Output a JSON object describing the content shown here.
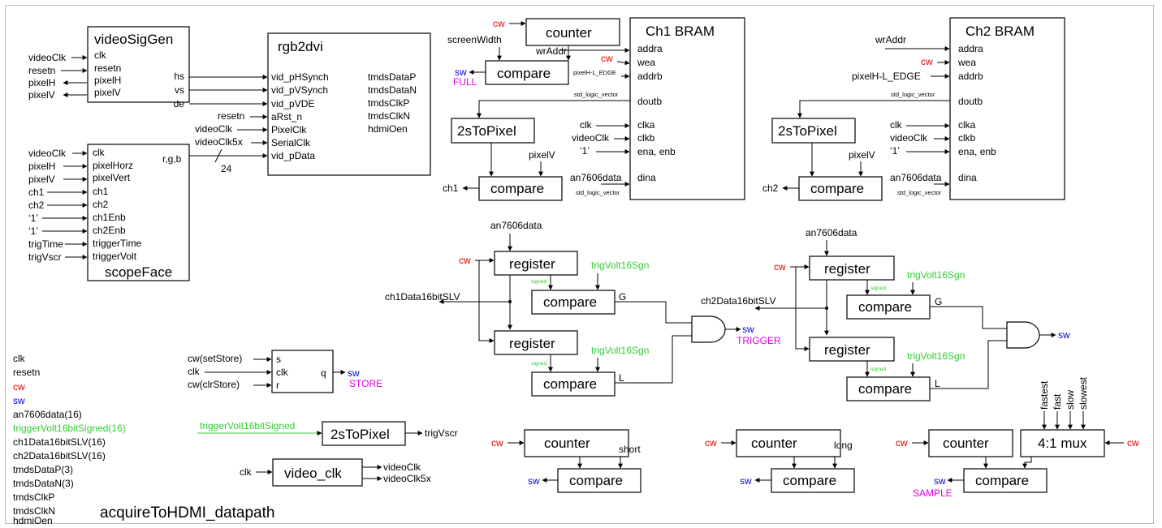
{
  "title": "acquireToHDMI_datapath",
  "colors": {
    "cw": "#e00000",
    "sw": "#0000dd",
    "status": "#e000e0",
    "green": "#33cc33"
  },
  "legend": [
    "clk",
    "resetn",
    "cw",
    "sw",
    "an7606data(16)",
    "triggerVolt16bitSigned(16)",
    "ch1Data16bitSLV(16)",
    "ch2Data16bitSLV(16)",
    "tmdsDataP(3)",
    "tmdsDataN(3)",
    "tmdsClkP",
    "tmdsClkN",
    "hdmiOen"
  ],
  "videoSigGen": {
    "name": "videoSigGen",
    "ports_in": [
      "clk",
      "resetn"
    ],
    "ports_io": [
      "pixelH",
      "pixelV"
    ],
    "ports_out": [
      "hs",
      "vs",
      "de"
    ],
    "signals": [
      "videoClk",
      "resetn",
      "pixelH",
      "pixelV"
    ]
  },
  "rgb2dvi": {
    "name": "rgb2dvi",
    "ports_in": [
      "vid_pHSynch",
      "vid_pVSynch",
      "vid_pVDE",
      "aRst_n",
      "PixelClk",
      "SerialClk",
      "vid_pData"
    ],
    "ports_out": [
      "tmdsDataP",
      "tmdsDataN",
      "tmdsClkP",
      "tmdsClkN",
      "hdmiOen"
    ],
    "signals": [
      "resetn",
      "videoClk",
      "videoClk5x"
    ]
  },
  "scopeFace": {
    "name": "scopeFace",
    "ports_in": [
      "clk",
      "pixelHorz",
      "pixelVert",
      "ch1",
      "ch2",
      "ch1Enb",
      "ch2Enb",
      "triggerTime",
      "triggerVolt"
    ],
    "signals": [
      "videoClk",
      "pixelH",
      "pixelV",
      "ch1",
      "ch2",
      "‘1’",
      "‘1’",
      "trigTime",
      "trigVscr"
    ],
    "out_label": "r,g,b",
    "bus_width": "24"
  },
  "ch1": {
    "bram": "Ch1 BRAM",
    "ports": [
      "addra",
      "wea",
      "addrb",
      "doutb",
      "clka",
      "clkb",
      "ena, enb",
      "dina"
    ],
    "counter": "counter",
    "compare": "compare",
    "twos": "2sToPixel",
    "signals": {
      "cw": "cw",
      "screenWidth": "screenWidth",
      "wrAddr": "wrAddr",
      "sw": "sw",
      "full": "FULL",
      "edge": "pixelH-L_EDGE",
      "stdlv": "std_logic_vector",
      "clk": "clk",
      "videoClk": "videoClk",
      "one": "‘1’",
      "pixelV": "pixelV",
      "an7606data": "an7606data",
      "stdlv2": "std_logic_vector",
      "out": "ch1"
    }
  },
  "ch2": {
    "bram": "Ch2 BRAM",
    "ports": [
      "addra",
      "wea",
      "addrb",
      "doutb",
      "clka",
      "clkb",
      "ena, enb",
      "dina"
    ],
    "compare": "compare",
    "twos": "2sToPixel",
    "signals": {
      "wrAddr": "wrAddr",
      "cw": "cw",
      "edge": "pixelH-L_EDGE",
      "stdlv": "std_logic_vector",
      "clk": "clk",
      "videoClk": "videoClk",
      "one": "‘1’",
      "pixelV": "pixelV",
      "an7606data": "an7606data",
      "stdlv2": "std_logic_vector",
      "out": "ch2"
    }
  },
  "trig1": {
    "an7606data": "an7606data",
    "cw": "cw",
    "register": "register",
    "compare": "compare",
    "trigVolt": "trigVolt16Sgn",
    "signed": "signed",
    "data": "ch1Data16bitSLV",
    "G": "G",
    "L": "L",
    "sw": "sw",
    "trigger": "TRIGGER"
  },
  "trig2": {
    "an7606data": "an7606data",
    "cw": "cw",
    "register": "register",
    "compare": "compare",
    "trigVolt": "trigVolt16Sgn",
    "signed": "signed",
    "data": "ch2Data16bitSLV",
    "G": "G",
    "L": "L",
    "sw": "sw"
  },
  "store": {
    "ports": [
      "s",
      "clk",
      "r"
    ],
    "out": "q",
    "inputs": [
      "cw(setStore)",
      "clk",
      "cw(clrStore)"
    ],
    "sw": "sw",
    "label": "STORE"
  },
  "trigTwos": {
    "input": "triggerVolt16bitSigned",
    "name": "2sToPixel",
    "output": "trigVscr"
  },
  "videoClk": {
    "input": "clk",
    "name": "video_clk",
    "outputs": [
      "videoClk",
      "videoClk5x"
    ]
  },
  "shortTimer": {
    "cw": "cw",
    "counter": "counter",
    "compare": "compare",
    "const": "short",
    "sw": "sw"
  },
  "longTimer": {
    "cw": "cw",
    "counter": "counter",
    "compare": "compare",
    "const": "long",
    "sw": "sw"
  },
  "sampleTimer": {
    "cw": "cw",
    "counter": "counter",
    "mux": "4:1 mux",
    "compare": "compare",
    "sw": "sw",
    "label": "SAMPLE",
    "muxInputs": [
      "fastest",
      "fast",
      "slow",
      "slowest"
    ]
  }
}
